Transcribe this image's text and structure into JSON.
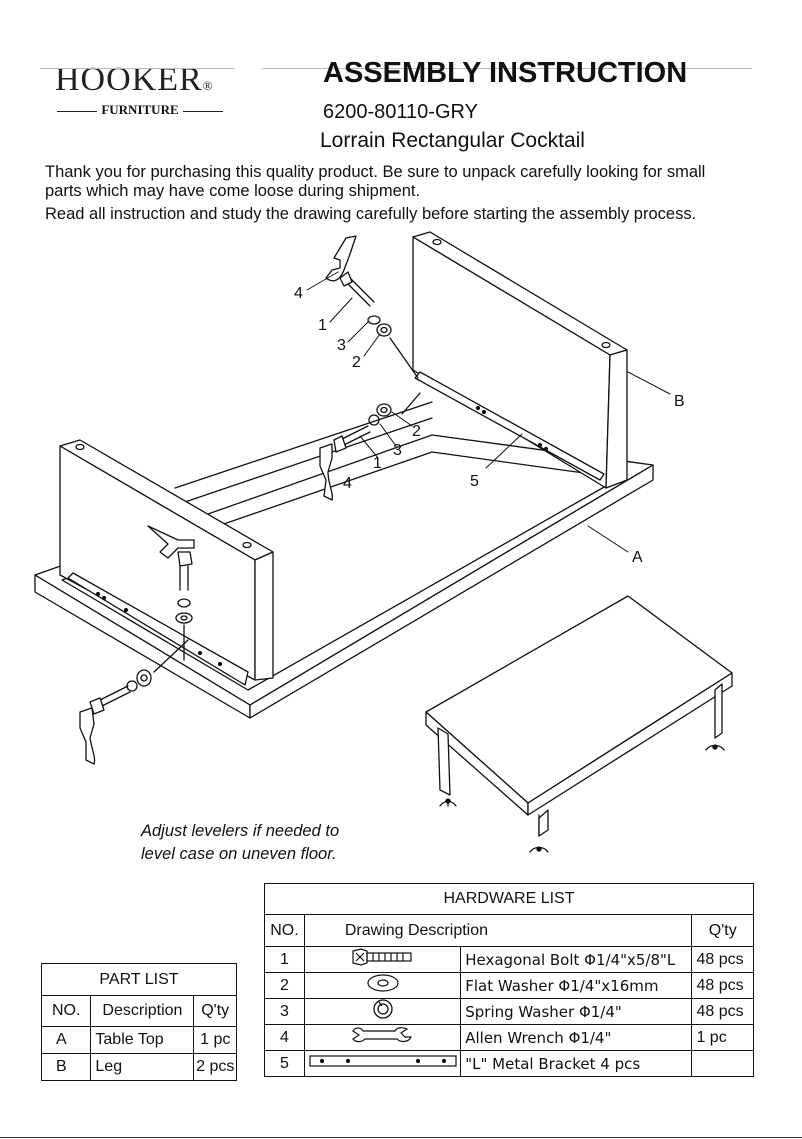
{
  "brand": {
    "name": "HOOKER",
    "reg_mark": "®",
    "sub": "FURNITURE"
  },
  "header": {
    "title": "ASSEMBLY INSTRUCTION",
    "model": "6200-80110-GRY",
    "product": "Lorrain Rectangular Cocktail"
  },
  "intro": {
    "line1": "Thank you for purchasing this quality product. Be sure to unpack carefully looking for small",
    "line2": "parts which may have come loose during shipment.",
    "line3": "Read all instruction and study the drawing carefully before starting the assembly process."
  },
  "callouts": {
    "c4a": "4",
    "c1a": "1",
    "c3a": "3",
    "c2a": "2",
    "c2b": "2",
    "c3b": "3",
    "c1b": "1",
    "c4b": "4",
    "c5": "5",
    "cB": "B",
    "cA": "A"
  },
  "note": {
    "line1": "Adjust levelers if needed to",
    "line2": "level case on uneven floor."
  },
  "hardware_list": {
    "title": "HARDWARE LIST",
    "headers": {
      "no": "NO.",
      "drawing": "Drawing Description",
      "qty": "Q'ty"
    },
    "rows": [
      {
        "no": "1",
        "desc": "Hexagonal Bolt Φ1/4\"x5/8\"L",
        "qty": "48 pcs",
        "icon": "hex-bolt-icon"
      },
      {
        "no": "2",
        "desc": "Flat Washer Φ1/4\"x16mm",
        "qty": "48 pcs",
        "icon": "flat-washer-icon"
      },
      {
        "no": "3",
        "desc": "Spring Washer Φ1/4\"",
        "qty": "48 pcs",
        "icon": "spring-washer-icon"
      },
      {
        "no": "4",
        "desc": "Allen Wrench Φ1/4\"",
        "qty": "1 pc",
        "icon": "wrench-icon"
      },
      {
        "no": "5",
        "desc": "\"L\" Metal Bracket 4 pcs",
        "qty": "",
        "icon": "bracket-icon"
      }
    ]
  },
  "part_list": {
    "title": "PART LIST",
    "headers": {
      "no": "NO.",
      "desc": "Description",
      "qty": "Q'ty"
    },
    "rows": [
      {
        "no": "A",
        "desc": "Table Top",
        "qty": "1 pc"
      },
      {
        "no": "B",
        "desc": "Leg",
        "qty": "2 pcs"
      }
    ]
  }
}
